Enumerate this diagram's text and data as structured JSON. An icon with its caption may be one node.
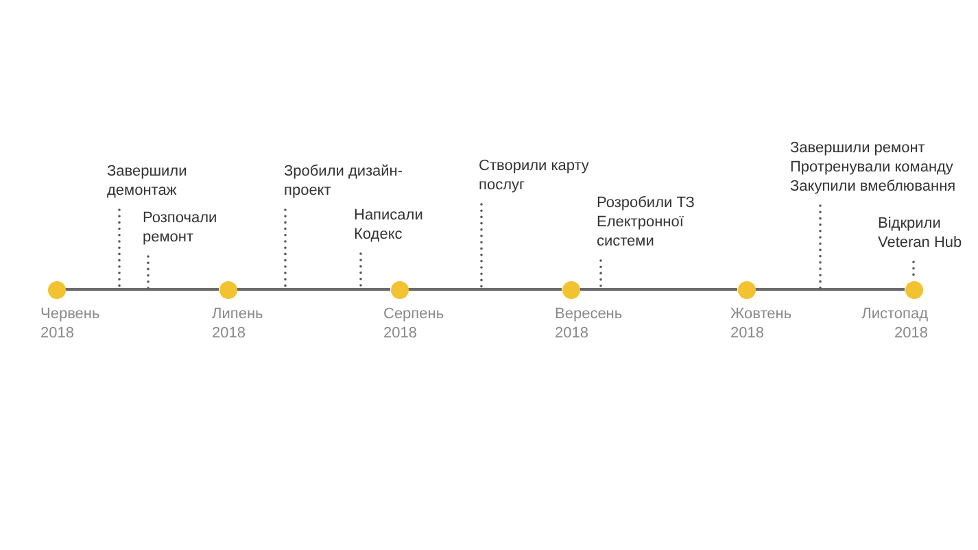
{
  "diagram": {
    "nodes": [
      {
        "text": [],
        "shape": "circle",
        "beside": [
          "Червень 2018"
        ]
      },
      {
        "text": [
          "Завершили демонтаж"
        ]
      },
      {
        "text": [
          "Розпочали ремонт"
        ]
      },
      {
        "text": [],
        "shape": "circle",
        "beside": [
          "Липень 2018"
        ]
      },
      {
        "text": [
          "Зробили дизайн-проект"
        ]
      },
      {
        "text": [
          "Написали Кодекс"
        ]
      },
      {
        "text": [],
        "shape": "circle",
        "beside": [
          "Серпень 2018"
        ]
      },
      {
        "text": [
          "Створили карту послуг"
        ]
      },
      {
        "text": [],
        "shape": "circle",
        "beside": [
          "Вересень 2018"
        ]
      },
      {
        "text": [
          "Розробили ТЗ Електронної системи"
        ]
      },
      {
        "text": [],
        "shape": "circle",
        "beside": [
          "Жовтень 2018"
        ]
      },
      {
        "text": [
          "Завершили ремонт",
          "Протренували команду",
          "Закупили вмеблювання"
        ]
      },
      {
        "text": [
          "Відкрили Veteran Hub"
        ]
      },
      {
        "text": [],
        "shape": "circle",
        "beside": [
          "Листопад 2018"
        ]
      }
    ],
    "edges": [
      {
        "from": 0,
        "to": 3,
        "arrow": "none"
      },
      {
        "from": 3,
        "to": 6,
        "arrow": "none"
      },
      {
        "from": 6,
        "to": 8,
        "arrow": "none"
      },
      {
        "from": 8,
        "to": 10,
        "arrow": "none"
      },
      {
        "from": 10,
        "to": 13,
        "arrow": "none"
      },
      {
        "from": 1,
        "to": null,
        "arrow": "none",
        "style": "dashed"
      },
      {
        "from": 2,
        "to": null,
        "arrow": "none",
        "style": "dashed"
      },
      {
        "from": 4,
        "to": null,
        "arrow": "none",
        "style": "dashed"
      },
      {
        "from": 5,
        "to": null,
        "arrow": "none",
        "style": "dashed"
      },
      {
        "from": 7,
        "to": null,
        "arrow": "none",
        "style": "dashed"
      },
      {
        "from": 9,
        "to": null,
        "arrow": "none",
        "style": "dashed"
      },
      {
        "from": 11,
        "to": null,
        "arrow": "none",
        "style": "dashed"
      },
      {
        "from": 12,
        "to": 13,
        "arrow": "none",
        "style": "dashed"
      }
    ]
  }
}
